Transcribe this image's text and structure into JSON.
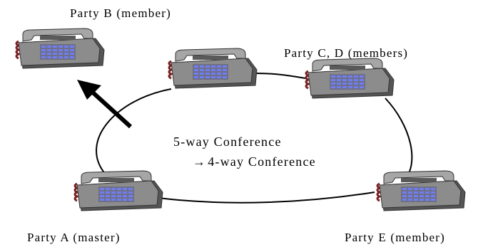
{
  "parties": {
    "a": {
      "label": "Party A (master)"
    },
    "b": {
      "label": "Party B (member)"
    },
    "cd": {
      "label": "Party C, D (members)"
    },
    "e": {
      "label": "Party E (member)"
    }
  },
  "conference": {
    "line1": "5-way Conference",
    "arrow_glyph": "→",
    "line2": "4-way Conference"
  },
  "colors": {
    "phone_body": "#8c8c8c",
    "phone_shadow": "#555555",
    "keypad": "#6f7ef2",
    "cord": "#7a2020",
    "ring": "#000000"
  }
}
